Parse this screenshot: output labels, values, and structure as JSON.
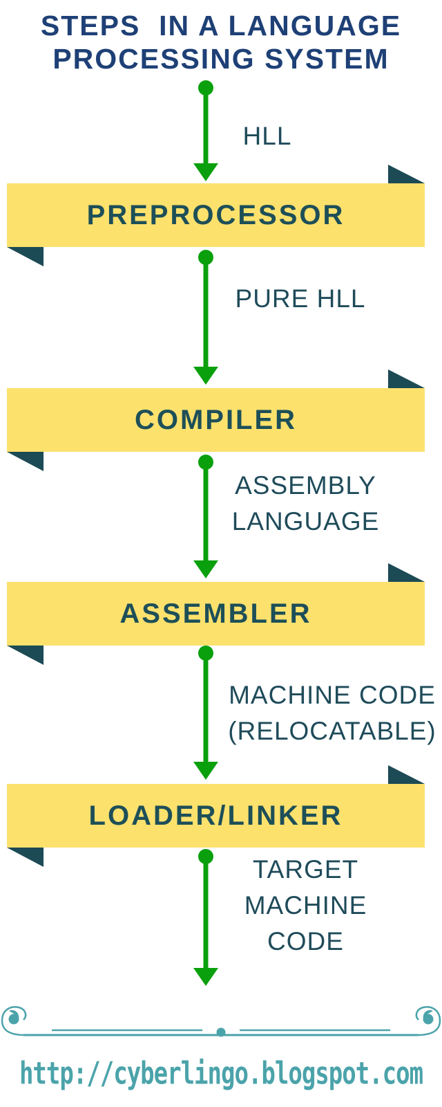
{
  "title": {
    "line1": "STEPS  IN A LANGUAGE",
    "line2": "PROCESSING SYSTEM"
  },
  "ribbons": [
    {
      "label": "PREPROCESSOR"
    },
    {
      "label": "COMPILER"
    },
    {
      "label": "ASSEMBLER"
    },
    {
      "label": "LOADER/LINKER"
    }
  ],
  "connectors": [
    {
      "lines": [
        "HLL"
      ]
    },
    {
      "lines": [
        "PURE HLL"
      ]
    },
    {
      "lines": [
        "ASSEMBLY",
        "LANGUAGE"
      ]
    },
    {
      "lines": [
        "MACHINE CODE",
        "(RELOCATABLE)"
      ]
    },
    {
      "lines": [
        "TARGET",
        "MACHINE",
        "CODE"
      ]
    }
  ],
  "footer": {
    "url": "http://cyberlingo.blogspot.com"
  },
  "icons": {
    "connector": "pin-dot-with-down-arrow",
    "ribbon_corners": "folded-ribbon-triangles",
    "divider": "flourish-rule-with-spiral-ends-and-center-dot"
  },
  "colors": {
    "navy": "#1E4076",
    "yellow": "#FCE16D",
    "flag": "#1C4A55",
    "bartext": "#1D4F58",
    "label": "#1F4B5A",
    "green": "#0AA00D",
    "teal": "#4BA3AA",
    "bg": "#FFFFFF"
  }
}
